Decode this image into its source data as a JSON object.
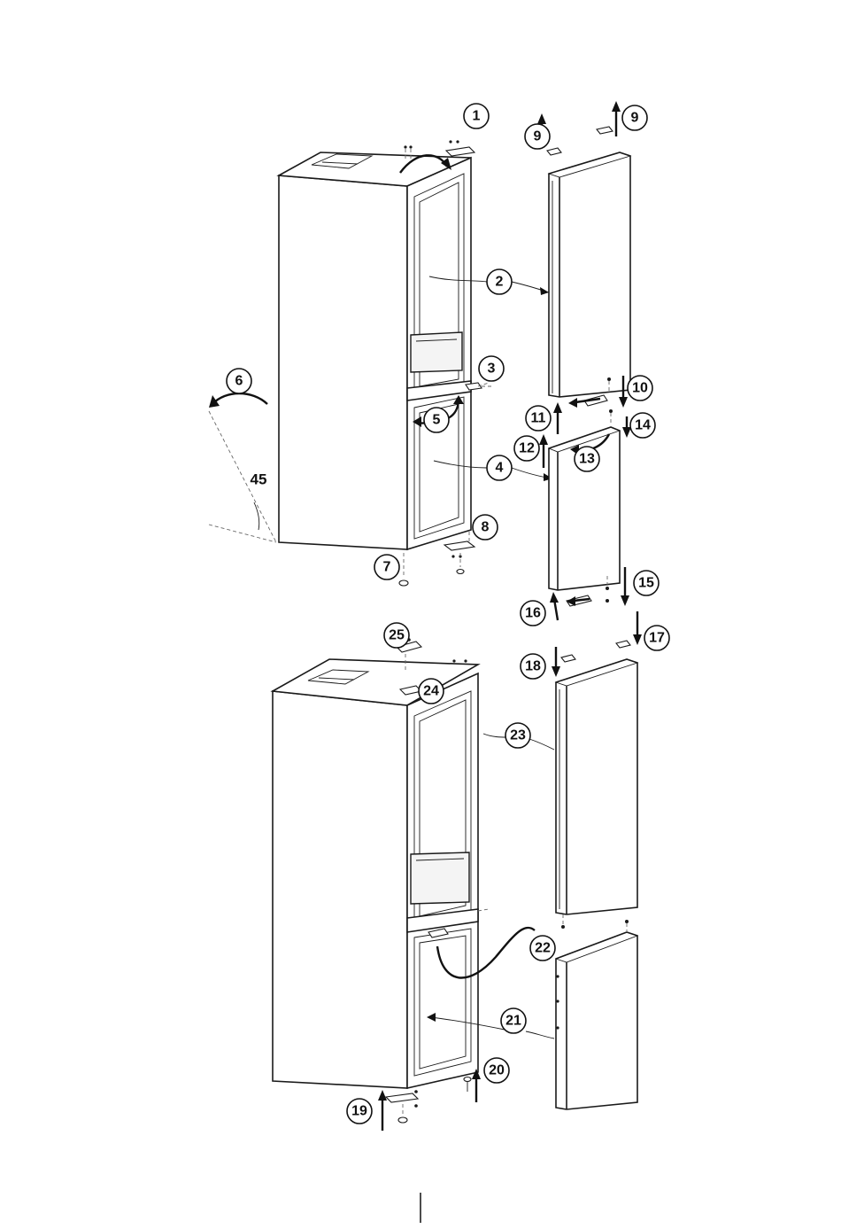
{
  "diagram": {
    "callouts": [
      {
        "id": "c1",
        "label": "1"
      },
      {
        "id": "c2",
        "label": "2"
      },
      {
        "id": "c3",
        "label": "3"
      },
      {
        "id": "c4",
        "label": "4"
      },
      {
        "id": "c5",
        "label": "5"
      },
      {
        "id": "c6",
        "label": "6"
      },
      {
        "id": "c7",
        "label": "7"
      },
      {
        "id": "c8",
        "label": "8"
      },
      {
        "id": "c9a",
        "label": "9"
      },
      {
        "id": "c9b",
        "label": "9"
      },
      {
        "id": "c10",
        "label": "10"
      },
      {
        "id": "c11",
        "label": "11"
      },
      {
        "id": "c12",
        "label": "12"
      },
      {
        "id": "c13",
        "label": "13"
      },
      {
        "id": "c14",
        "label": "14"
      },
      {
        "id": "c15",
        "label": "15"
      },
      {
        "id": "c16",
        "label": "16"
      },
      {
        "id": "c17",
        "label": "17"
      },
      {
        "id": "c18",
        "label": "18"
      },
      {
        "id": "c19",
        "label": "19"
      },
      {
        "id": "c20",
        "label": "20"
      },
      {
        "id": "c21",
        "label": "21"
      },
      {
        "id": "c22",
        "label": "22"
      },
      {
        "id": "c23",
        "label": "23"
      },
      {
        "id": "c24",
        "label": "24"
      },
      {
        "id": "c25",
        "label": "25"
      }
    ],
    "angle_label": "45"
  }
}
